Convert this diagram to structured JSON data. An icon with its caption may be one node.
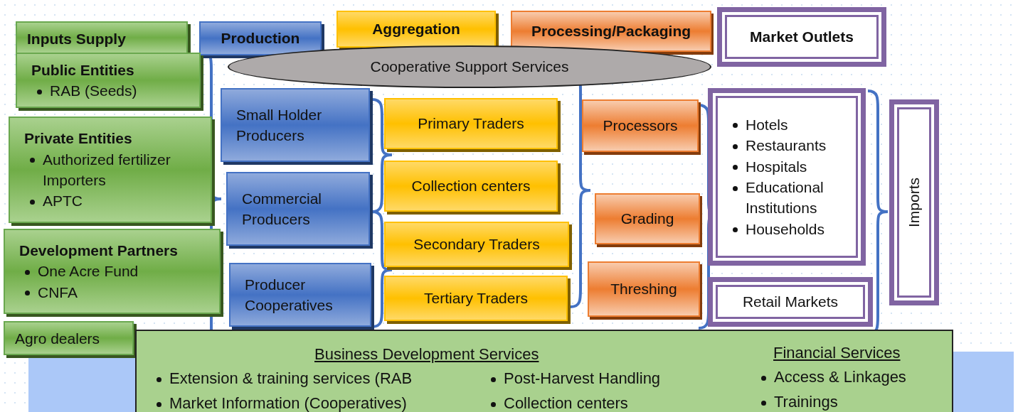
{
  "diagram": {
    "nodes": [
      {
        "text": [
          "Inputs Supply"
        ]
      },
      {
        "text": [
          "Production"
        ]
      },
      {
        "text": [
          "Aggregation"
        ]
      },
      {
        "text": [
          "Processing/Packaging"
        ]
      },
      {
        "text": [
          "Market Outlets"
        ]
      },
      {
        "text": [
          "Public Entities",
          "RAB (Seeds)"
        ]
      },
      {
        "text": [
          "Cooperative Support Services"
        ]
      },
      {
        "text": [
          "Private Entities",
          "Authorized fertilizer Importers",
          "APTC"
        ]
      },
      {
        "text": [
          "Development Partners",
          "One Acre Fund",
          "CNFA"
        ]
      },
      {
        "text": [
          "Agro dealers"
        ]
      },
      {
        "text": [
          "Small Holder Producers"
        ]
      },
      {
        "text": [
          "Commercial Producers"
        ]
      },
      {
        "text": [
          "Producer Cooperatives"
        ]
      },
      {
        "text": [
          "Primary Traders"
        ]
      },
      {
        "text": [
          "Collection centers"
        ]
      },
      {
        "text": [
          "Secondary Traders"
        ]
      },
      {
        "text": [
          "Tertiary Traders"
        ]
      },
      {
        "text": [
          "Processors"
        ]
      },
      {
        "text": [
          "Grading"
        ]
      },
      {
        "text": [
          "Threshing"
        ]
      },
      {
        "text": [
          "Hotels",
          "Restaurants",
          "Hospitals",
          "Educational Institutions",
          "Households"
        ]
      },
      {
        "text": [
          "Retail Markets"
        ]
      },
      {
        "text": [
          "Imports"
        ]
      },
      {
        "text": [
          "Business Development Services",
          "Extension & training services (RAB",
          "Market Information (Cooperatives)",
          "Post-Harvest Handling",
          "Collection centers",
          "Financial Services",
          "Access & Linkages",
          "Trainings"
        ]
      }
    ]
  }
}
